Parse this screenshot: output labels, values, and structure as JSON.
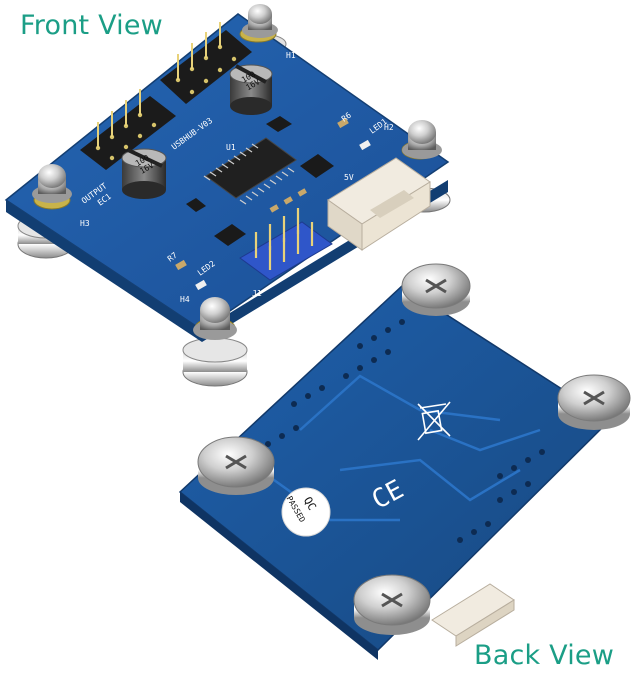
{
  "captions": {
    "front": "Front View",
    "back": "Back View"
  },
  "front_board": {
    "silkscreen": {
      "model": "USBHUB-V03",
      "output": "OUTPUT",
      "ec1": "EC1",
      "led1": "LED1",
      "led2": "LED2",
      "h1": "H1",
      "h2": "H2",
      "h3": "H3",
      "h4": "H4",
      "r6": "R6",
      "r7": "R7",
      "u1": "U1",
      "j1": "J1",
      "sv": "5V"
    },
    "capacitor_left_label": "100\n16V",
    "capacitor_right_label": "100\n16V"
  },
  "back_board": {
    "qc_label": "QC",
    "qc_status": "PASSED",
    "ce_mark": "CE"
  },
  "colors": {
    "pcb_blue": "#1f5ea8",
    "pcb_blue_dark": "#17477f",
    "caption_teal": "#1b9e86",
    "connector_white": "#f1ebe0",
    "header_black": "#1b1b1b",
    "pin_blue": "#2f56c9"
  }
}
